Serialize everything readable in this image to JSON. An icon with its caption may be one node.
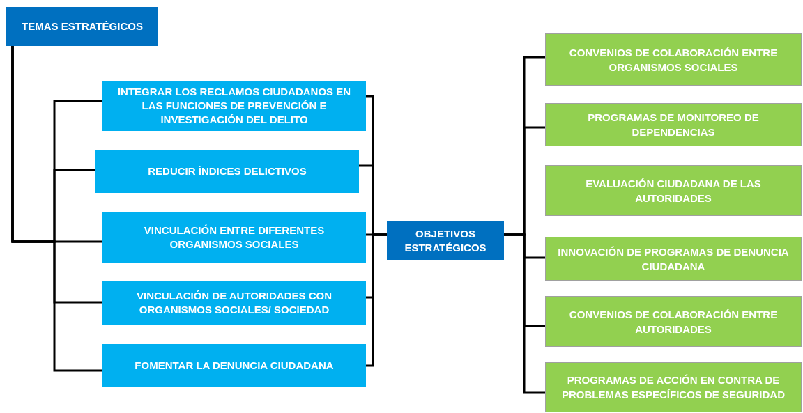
{
  "diagram": {
    "nodes": [
      {
        "text": [
          "TEMAS ESTRATÉGICOS"
        ]
      },
      {
        "text": [
          "INTEGRAR LOS RECLAMOS CIUDADANOS EN LAS FUNCIONES DE PREVENCIÓN E INVESTIGACIÓN DEL DELITO"
        ]
      },
      {
        "text": [
          "REDUCIR ÍNDICES DELICTIVOS"
        ]
      },
      {
        "text": [
          "VINCULACIÓN ENTRE DIFERENTES ORGANISMOS SOCIALES"
        ]
      },
      {
        "text": [
          "VINCULACIÓN DE AUTORIDADES CON ORGANISMOS SOCIALES/ SOCIEDAD"
        ]
      },
      {
        "text": [
          "FOMENTAR LA DENUNCIA CIUDADANA"
        ]
      },
      {
        "text": [
          "OBJETIVOS ESTRATÉGICOS"
        ]
      },
      {
        "text": [
          "CONVENIOS DE COLABORACIÓN ENTRE ORGANISMOS SOCIALES"
        ]
      },
      {
        "text": [
          "PROGRAMAS DE MONITOREO DE DEPENDENCIAS"
        ]
      },
      {
        "text": [
          "EVALUACIÓN CIUDADANA DE LAS AUTORIDADES"
        ]
      },
      {
        "text": [
          "INNOVACIÓN DE PROGRAMAS DE DENUNCIA CIUDADANA"
        ]
      },
      {
        "text": [
          "CONVENIOS DE COLABORACIÓN ENTRE AUTORIDADES"
        ]
      },
      {
        "text": [
          "PROGRAMAS DE ACCIÓN EN CONTRA DE PROBLEMAS ESPECÍFICOS DE SEGURIDAD"
        ]
      }
    ],
    "edges": [
      {
        "from": 0,
        "to": 1,
        "arrow": "none"
      },
      {
        "from": 0,
        "to": 2,
        "arrow": "none"
      },
      {
        "from": 0,
        "to": 3,
        "arrow": "none"
      },
      {
        "from": 0,
        "to": 4,
        "arrow": "none"
      },
      {
        "from": 0,
        "to": 5,
        "arrow": "none"
      },
      {
        "from": 1,
        "to": 6,
        "arrow": "none"
      },
      {
        "from": 2,
        "to": 6,
        "arrow": "none"
      },
      {
        "from": 3,
        "to": 6,
        "arrow": "none"
      },
      {
        "from": 4,
        "to": 6,
        "arrow": "none"
      },
      {
        "from": 5,
        "to": 6,
        "arrow": "none"
      },
      {
        "from": 6,
        "to": 7,
        "arrow": "none"
      },
      {
        "from": 6,
        "to": 8,
        "arrow": "none"
      },
      {
        "from": 6,
        "to": 10,
        "arrow": "none"
      },
      {
        "from": 6,
        "to": 11,
        "arrow": "none"
      },
      {
        "from": 6,
        "to": 12,
        "arrow": "none"
      }
    ]
  }
}
